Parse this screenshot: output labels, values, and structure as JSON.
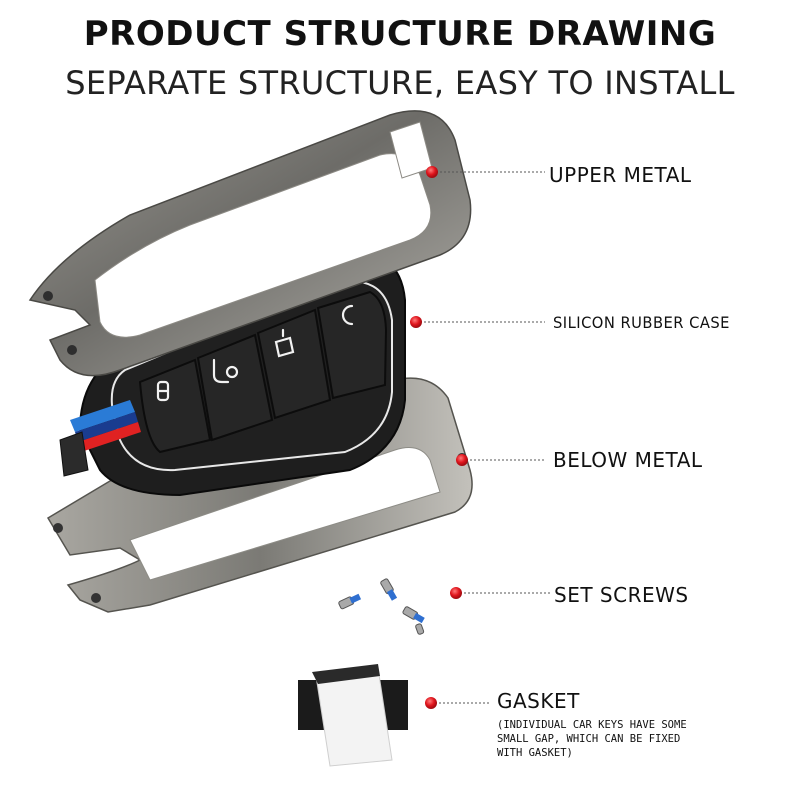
{
  "header": {
    "title": "PRODUCT STRUCTURE DRAWING",
    "subtitle": "SEPARATE STRUCTURE, EASY TO INSTALL"
  },
  "callouts": [
    {
      "id": "upper",
      "label": "UPPER METAL"
    },
    {
      "id": "rubber",
      "label": "SILICON RUBBER CASE"
    },
    {
      "id": "below",
      "label": "BELOW METAL"
    },
    {
      "id": "screws",
      "label": "SET SCREWS"
    },
    {
      "id": "gasket",
      "label": "GASKET"
    }
  ],
  "gasket_note": {
    "lines": [
      "(INDIVIDUAL CAR KEYS HAVE SOME",
      "SMALL GAP, WHICH CAN BE FIXED",
      "WITH GASKET)"
    ]
  },
  "colors": {
    "dot": "#e0151d",
    "metal_dark": "#6b6a66",
    "metal_light": "#b8b6b0",
    "rubber": "#1e1e1e"
  }
}
